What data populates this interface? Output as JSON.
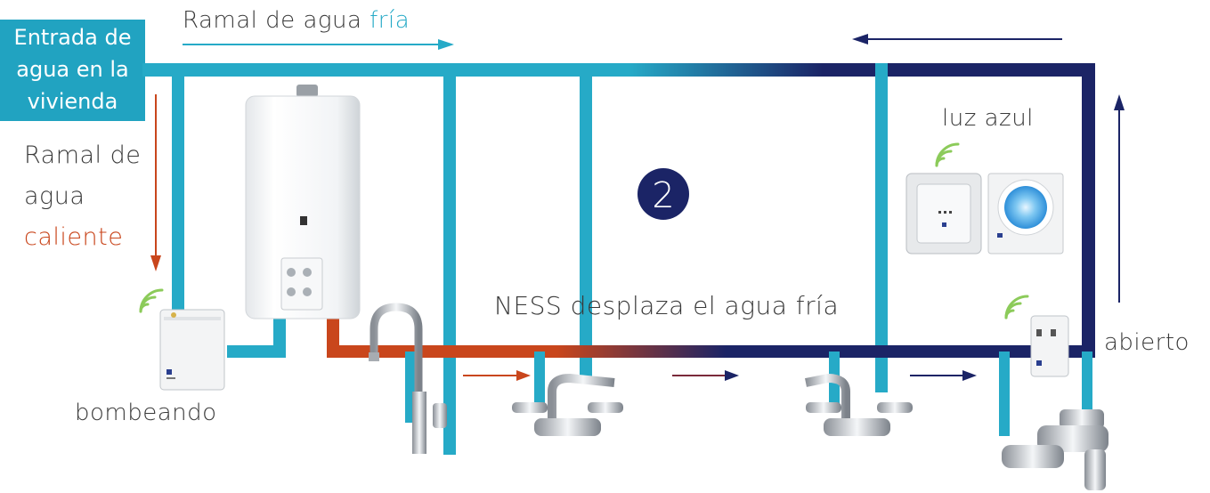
{
  "entrada": {
    "line1": "Entrada de",
    "line2": "agua en la",
    "line3": "vivienda"
  },
  "cold_branch": {
    "text": "Ramal de agua ",
    "highlight": "fría"
  },
  "hot_branch": {
    "line1": "Ramal de",
    "line2": "agua",
    "line3": "caliente"
  },
  "step_number": "2",
  "blue_light_label": "luz azul",
  "ness_label": "NESS desplaza el agua fría",
  "pump_status": "bombeando",
  "valve_status": "abierto",
  "colors": {
    "cold": "#26aac7",
    "dark": "#1b2466",
    "hot": "#c9461c",
    "entrada_bg": "#21a3c1",
    "wifi": "#8ccb5a"
  }
}
